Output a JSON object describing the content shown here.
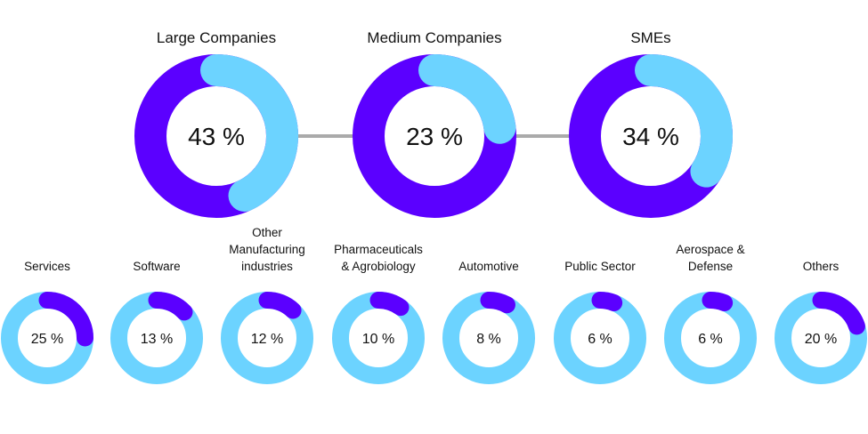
{
  "colors": {
    "purple": "#5B00FF",
    "light_blue": "#6CD3FF",
    "connector": "#AAAAAA",
    "text": "#111111",
    "background": "#FFFFFF"
  },
  "chart_data": [
    {
      "type": "pie",
      "subtype": "donut-progress",
      "title": "",
      "connected": true,
      "track_color": "#5B00FF",
      "value_color": "#6CD3FF",
      "unit": "%",
      "items": [
        {
          "label": "Large Companies",
          "value": 43,
          "display": "43 %"
        },
        {
          "label": "Medium Companies",
          "value": 23,
          "display": "23 %"
        },
        {
          "label": "SMEs",
          "value": 34,
          "display": "34 %"
        }
      ]
    },
    {
      "type": "pie",
      "subtype": "donut-progress",
      "title": "",
      "connected": false,
      "track_color": "#6CD3FF",
      "value_color": "#5B00FF",
      "unit": "%",
      "items": [
        {
          "label": "Services",
          "value": 25,
          "display": "25 %"
        },
        {
          "label": "Software",
          "value": 13,
          "display": "13 %"
        },
        {
          "label": "Other Manufacturing industries",
          "label_lines": [
            "Other",
            "Manufacturing",
            "industries"
          ],
          "value": 12,
          "display": "12 %"
        },
        {
          "label": "Pharmaceuticals & Agrobiology",
          "label_lines": [
            "Pharmaceuticals",
            "& Agrobiology"
          ],
          "value": 10,
          "display": "10 %"
        },
        {
          "label": "Automotive",
          "value": 8,
          "display": "8 %"
        },
        {
          "label": "Public Sector",
          "value": 6,
          "display": "6 %"
        },
        {
          "label": "Aerospace & Defense",
          "label_lines": [
            "Aerospace &",
            "Defense"
          ],
          "value": 6,
          "display": "6 %"
        },
        {
          "label": "Others",
          "value": 20,
          "display": "20 %"
        }
      ]
    }
  ]
}
